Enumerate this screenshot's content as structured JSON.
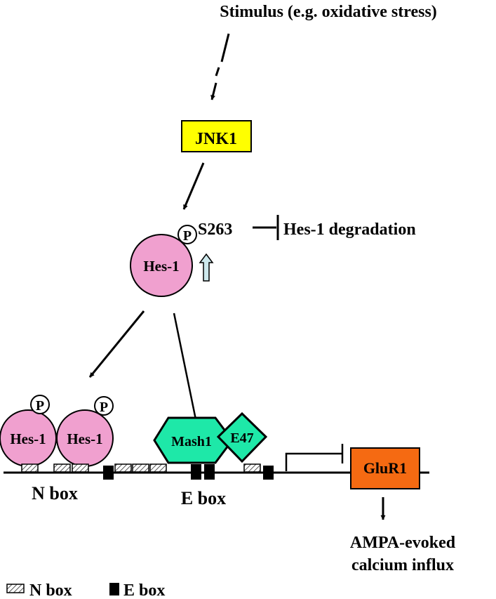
{
  "stimulus": "Stimulus (e.g. oxidative stress)",
  "jnk1": {
    "label": "JNK1",
    "color": "#ffff00"
  },
  "phospho_symbol": "P",
  "hes1_label": "Hes-1",
  "hes1_color": "#f0a0cf",
  "site_label": "S263",
  "degradation_label": "Hes-1 degradation",
  "up_arrow_color": "#cde8ec",
  "mash1": {
    "label": "Mash1",
    "color": "#1ee8a8"
  },
  "e47": {
    "label": "E47",
    "color": "#1ee8a8"
  },
  "nbox_label": "N box",
  "ebox_label": "E box",
  "glur1": {
    "label": "GluR1",
    "color": "#f56a12"
  },
  "output": {
    "line1": "AMPA-evoked",
    "line2": "calcium influx"
  },
  "legend": {
    "nbox": "N box",
    "ebox": "E box"
  }
}
